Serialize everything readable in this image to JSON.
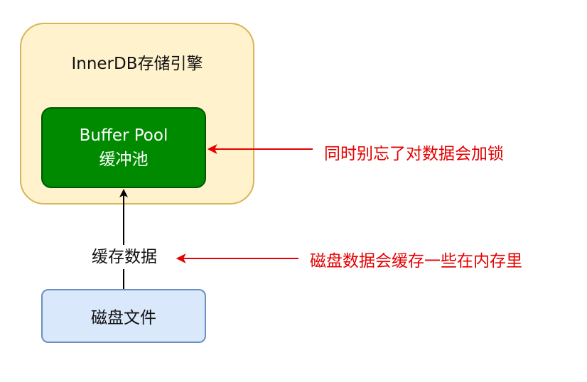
{
  "engine": {
    "title": "InnerDB存储引擎"
  },
  "buffer_pool": {
    "line1": "Buffer Pool",
    "line2": "缓冲池"
  },
  "disk": {
    "label": "磁盘文件"
  },
  "edges": {
    "cache_label": "缓存数据"
  },
  "annotations": {
    "lock_note": "同时别忘了对数据会加锁",
    "cache_note": "磁盘数据会缓存一些在内存里"
  },
  "colors": {
    "engine_fill": "#fff2cc",
    "engine_border": "#d6b656",
    "pool_fill": "#008a00",
    "pool_border": "#005700",
    "disk_fill": "#dae8fc",
    "disk_border": "#6c8ebf",
    "annotation_red": "#e60000"
  }
}
